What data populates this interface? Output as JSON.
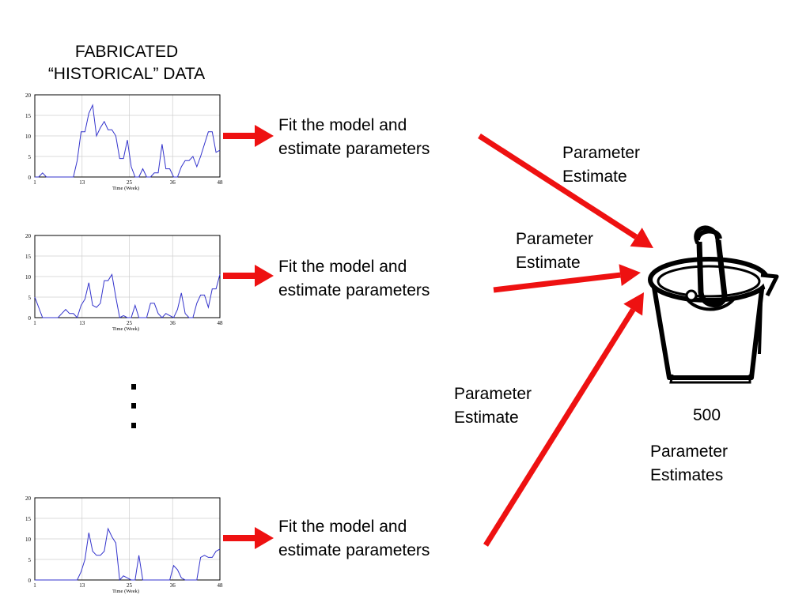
{
  "heading": {
    "line1": "FABRICATED",
    "line2": "“HISTORICAL” DATA"
  },
  "fit_label": {
    "line1": "Fit the model and",
    "line2": "estimate parameters"
  },
  "parameter_estimate": {
    "line1": "Parameter",
    "line2": "Estimate"
  },
  "bucket_count": "500",
  "bucket_label": {
    "line1": "Parameter",
    "line2": "Estimates"
  },
  "colors": {
    "arrow": "#ee1111",
    "series": "#3333cc",
    "grid": "#cfcfcf"
  },
  "icons": {
    "bucket": "bucket-icon",
    "ellipsis": "vertical-ellipsis-icon"
  },
  "chart_data": [
    {
      "type": "line",
      "xlabel": "Time (Week)",
      "x_ticks": [
        1,
        13,
        25,
        36,
        48
      ],
      "y_ticks": [
        0,
        5,
        10,
        15,
        20
      ],
      "ylim": [
        0,
        20
      ],
      "xlim": [
        1,
        48
      ],
      "grid": true,
      "values": [
        0,
        0,
        1,
        0,
        0,
        0,
        0,
        0,
        0,
        0,
        0,
        4,
        11,
        11,
        15.5,
        17.5,
        10,
        12,
        13.5,
        11.5,
        11.5,
        10,
        4.5,
        4.5,
        9,
        2.5,
        0,
        0,
        2,
        0,
        0,
        1,
        1,
        8,
        2,
        2,
        0,
        0,
        2.5,
        4,
        4,
        5,
        2.5,
        5,
        8,
        11,
        11,
        6,
        6.5
      ]
    },
    {
      "type": "line",
      "xlabel": "Time (Week)",
      "x_ticks": [
        1,
        13,
        25,
        36,
        48
      ],
      "y_ticks": [
        0,
        5,
        10,
        15,
        20
      ],
      "ylim": [
        0,
        20
      ],
      "xlim": [
        1,
        48
      ],
      "grid": true,
      "values": [
        5,
        2.5,
        0,
        0,
        0,
        0,
        0,
        1,
        2,
        1,
        1,
        0,
        3,
        4.5,
        8.5,
        3,
        2.5,
        3.5,
        9,
        9,
        10.5,
        5,
        0,
        0.5,
        0,
        0,
        3,
        0,
        0,
        0,
        3.5,
        3.5,
        1,
        0,
        1,
        0.5,
        0,
        2,
        6,
        1,
        0,
        0,
        3.5,
        5.5,
        5.5,
        2.5,
        7,
        7,
        10.5
      ]
    },
    {
      "type": "line",
      "xlabel": "Time (Week)",
      "x_ticks": [
        1,
        13,
        25,
        36,
        48
      ],
      "y_ticks": [
        0,
        5,
        10,
        15,
        20
      ],
      "ylim": [
        0,
        20
      ],
      "xlim": [
        1,
        48
      ],
      "grid": true,
      "values": [
        0,
        0,
        0,
        0,
        0,
        0,
        0,
        0,
        0,
        0,
        0,
        0,
        2,
        5,
        11.5,
        7,
        6,
        6,
        7,
        12.5,
        10.5,
        9,
        0,
        1,
        0.5,
        0,
        0,
        6,
        0,
        0,
        0,
        0,
        0,
        0,
        0,
        0,
        3.5,
        2.5,
        0.5,
        0,
        0,
        0,
        0,
        5.5,
        6,
        5.5,
        5.5,
        7,
        7.5
      ]
    }
  ]
}
